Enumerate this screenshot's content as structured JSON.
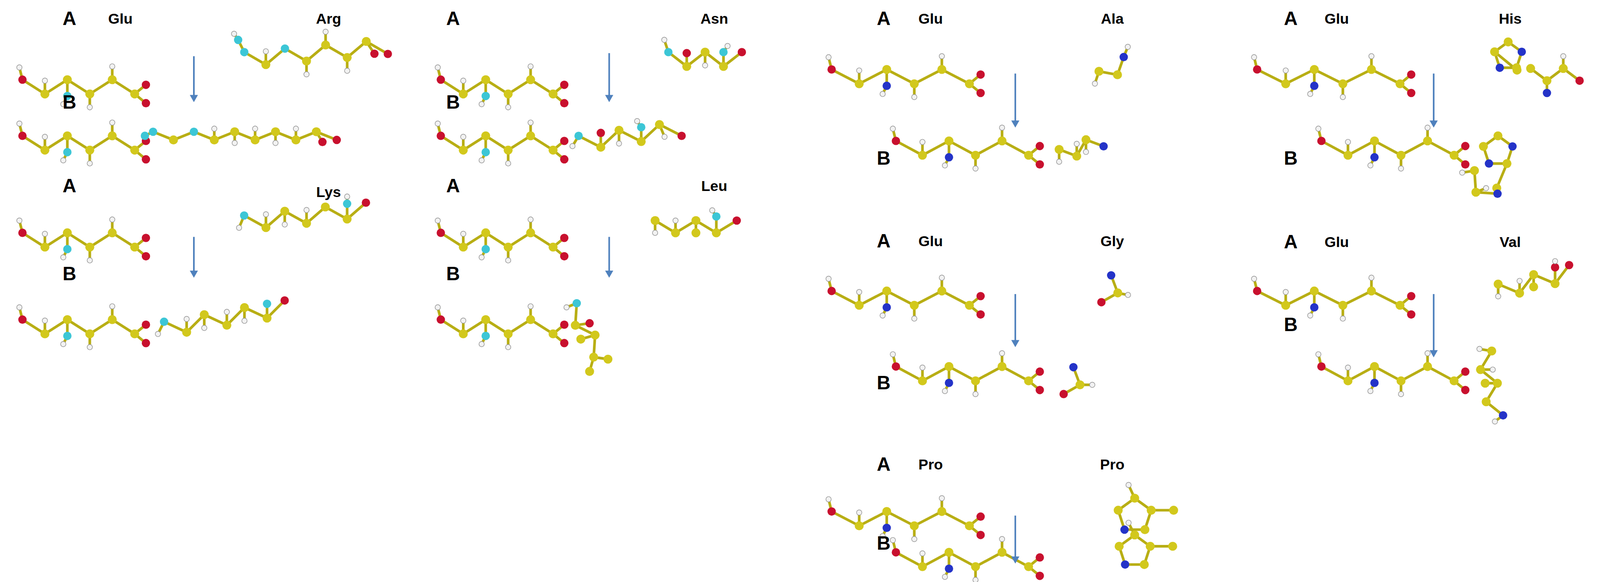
{
  "diagram": {
    "labels": [
      "A",
      "Glu",
      "Arg",
      "B",
      "A",
      "Lys",
      "B",
      "A",
      "Asn",
      "B",
      "A",
      "Leu",
      "B",
      "A",
      "Glu",
      "Ala",
      "B",
      "A",
      "Glu",
      "Gly",
      "B",
      "A",
      "Pro",
      "Pro",
      "B",
      "A",
      "Glu",
      "His",
      "B",
      "A",
      "Glu",
      "Val",
      "B"
    ]
  }
}
